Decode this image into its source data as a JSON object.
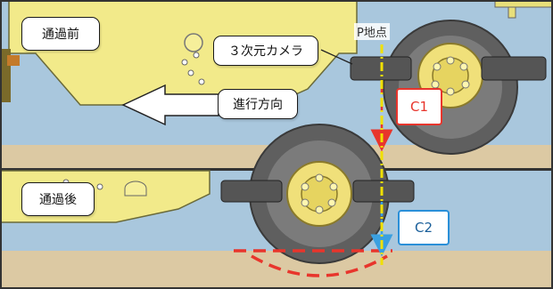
{
  "labels": {
    "before_pass": "通過前",
    "after_pass": "通過後",
    "camera": "３次元カメラ",
    "direction": "進行方向",
    "point": "P地点",
    "c1": "C1",
    "c2": "C2"
  },
  "colors": {
    "sky": "#a9c7dd",
    "ground": "#dcc9a3",
    "vehicle_body": "#f2ea8a",
    "tire": "#5f5f5f",
    "wheel_hub": "#f0e07a",
    "camera_block": "#555555",
    "c1_border": "#e8352c",
    "c2_border": "#2a8fd8",
    "c1_arrow": "#e8352c",
    "c2_arrow": "#3aa0e0",
    "point_line": "#f0e000",
    "rut": "#e8352c"
  }
}
